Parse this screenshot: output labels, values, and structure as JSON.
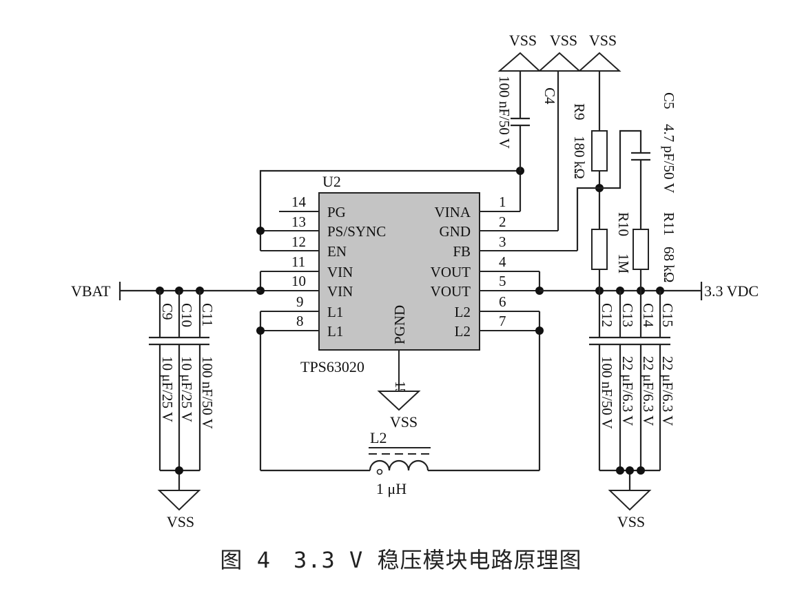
{
  "chip": {
    "designator": "U2",
    "part": "TPS63020",
    "pins": [
      {
        "num": "14",
        "name": "PG"
      },
      {
        "num": "13",
        "name": "PS/SYNC"
      },
      {
        "num": "12",
        "name": "EN"
      },
      {
        "num": "11",
        "name": "VIN"
      },
      {
        "num": "10",
        "name": "VIN"
      },
      {
        "num": "9",
        "name": "L1"
      },
      {
        "num": "8",
        "name": "L1"
      },
      {
        "num": "1",
        "name": "VINA"
      },
      {
        "num": "2",
        "name": "GND"
      },
      {
        "num": "3",
        "name": "FB"
      },
      {
        "num": "4",
        "name": "VOUT"
      },
      {
        "num": "5",
        "name": "VOUT"
      },
      {
        "num": "6",
        "name": "L2"
      },
      {
        "num": "7",
        "name": "L2"
      },
      {
        "num": "15",
        "name": "PGND"
      }
    ]
  },
  "nets": {
    "input": "VBAT",
    "output": "3.3 VDC",
    "ground": "VSS"
  },
  "components": {
    "c4": {
      "ref": "C4",
      "value": "100 nF/50 V"
    },
    "c5": {
      "ref": "C5",
      "value": "4.7 pF/50 V"
    },
    "r9": {
      "ref": "R9",
      "value": "180 kΩ"
    },
    "r10": {
      "ref": "R10",
      "value": "1M"
    },
    "r11": {
      "ref": "R11",
      "value": "68 kΩ"
    },
    "c9": {
      "ref": "C9",
      "value": "10 μF/25 V"
    },
    "c10": {
      "ref": "C10",
      "value": "10 μF/25 V"
    },
    "c11": {
      "ref": "C11",
      "value": "100 nF/50 V"
    },
    "c12": {
      "ref": "C12",
      "value": "100 nF/50 V"
    },
    "c13": {
      "ref": "C13",
      "value": "22 μF/6.3 V"
    },
    "c14": {
      "ref": "C14",
      "value": "22 μF/6.3 V"
    },
    "c15": {
      "ref": "C15",
      "value": "22 μF/6.3 V"
    },
    "l2": {
      "ref": "L2",
      "value": "1 μH"
    }
  },
  "caption": "图 4　3.3 V 稳压模块电路原理图"
}
